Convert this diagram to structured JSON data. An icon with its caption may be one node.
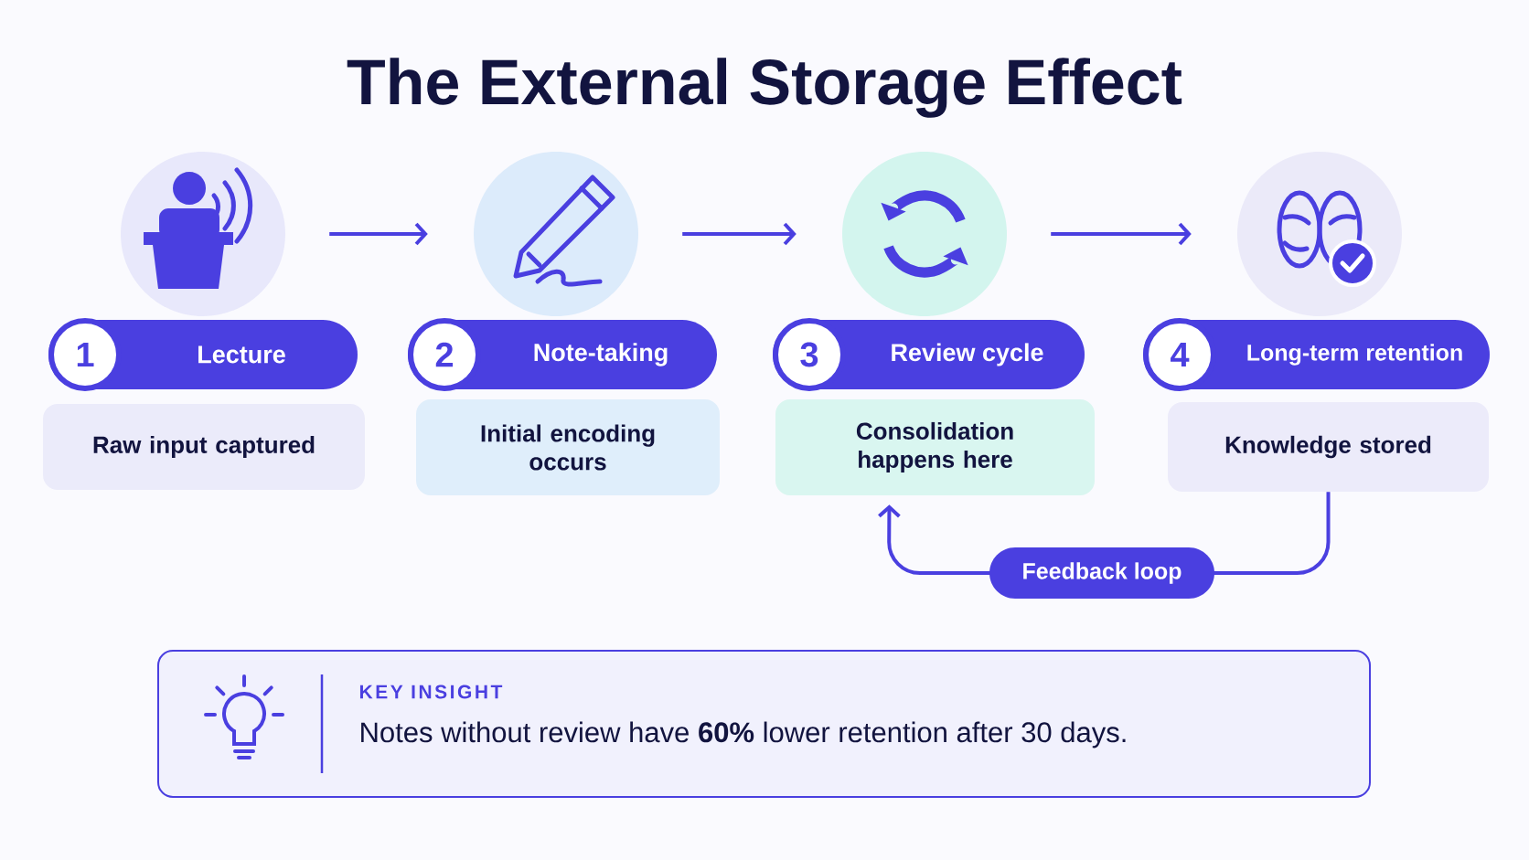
{
  "diagram": {
    "title": "The External Storage Effect",
    "nodes": [
      {
        "text": [],
        "shape": "circle"
      },
      {
        "text": [
          "1",
          "Lecture"
        ]
      },
      {
        "text": [
          "Raw input captured"
        ]
      },
      {
        "text": [],
        "shape": "circle"
      },
      {
        "text": [
          "2",
          "Note-taking"
        ]
      },
      {
        "text": [
          "Initial encoding occurs"
        ]
      },
      {
        "text": [],
        "shape": "circle"
      },
      {
        "text": [
          "3",
          "Review cycle"
        ]
      },
      {
        "text": [
          "Consolidation happens here"
        ]
      },
      {
        "text": [],
        "shape": "circle"
      },
      {
        "text": [
          "4",
          "Long-term retention"
        ]
      },
      {
        "text": [
          "Knowledge stored"
        ]
      },
      {
        "text": [
          "KEY INSIGHT",
          "Notes without review have **60%** lower retention after 30 days."
        ]
      }
    ],
    "edges": [
      {
        "from": 0,
        "to": 3,
        "arrow": "to"
      },
      {
        "from": 3,
        "to": 6,
        "arrow": "to"
      },
      {
        "from": 6,
        "to": 9,
        "arrow": "to"
      },
      {
        "from": 11,
        "to": 8,
        "arrow": "to",
        "label": "Feedback loop"
      }
    ]
  }
}
